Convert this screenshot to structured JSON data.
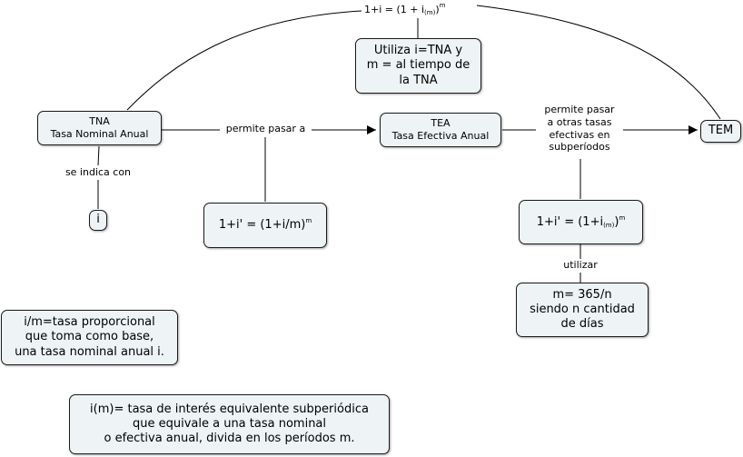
{
  "nodes": {
    "tna": {
      "line1": "TNA",
      "line2": "Tasa Nominal Anual"
    },
    "tea": {
      "line1": "TEA",
      "line2": "Tasa Efectiva Anual"
    },
    "tem": {
      "text": "TEM"
    },
    "i": {
      "text": "i"
    },
    "utiliza": {
      "line1": "Utiliza i=TNA y",
      "line2": "m = al tiempo de",
      "line3": "la TNA"
    },
    "formula_tna": {
      "base": "1+i' = (1+i/m)",
      "exp": "m"
    },
    "formula_tea": {
      "base": "1+i' = (1+i",
      "sub": "(m)",
      "close": ")",
      "exp": "m"
    },
    "m365": {
      "line1": "m= 365/n",
      "line2": "siendo n cantidad",
      "line3": "de días"
    },
    "proporcional": {
      "line1": "i/m=tasa proporcional",
      "line2": "que toma como base,",
      "line3": "una tasa nominal anual i."
    },
    "equivalente": {
      "line1": "i(m)=  tasa de interés equivalente subperiódica",
      "line2": "que equivale a una tasa nominal",
      "line3": "o efectiva anual, divida en los períodos m."
    }
  },
  "links": {
    "top_formula": {
      "base": "1+i  =  (1 + i",
      "sub": "(m)",
      "close": ")",
      "exp": "m"
    },
    "se_indica_con": "se indica con",
    "permite_pasar_a": "permite pasar a",
    "permite_pasar_otras": {
      "line1": "permite pasar",
      "line2": "a otras tasas",
      "line3": "efectivas en",
      "line4": "subperíodos"
    },
    "utilizar": "utilizar"
  }
}
